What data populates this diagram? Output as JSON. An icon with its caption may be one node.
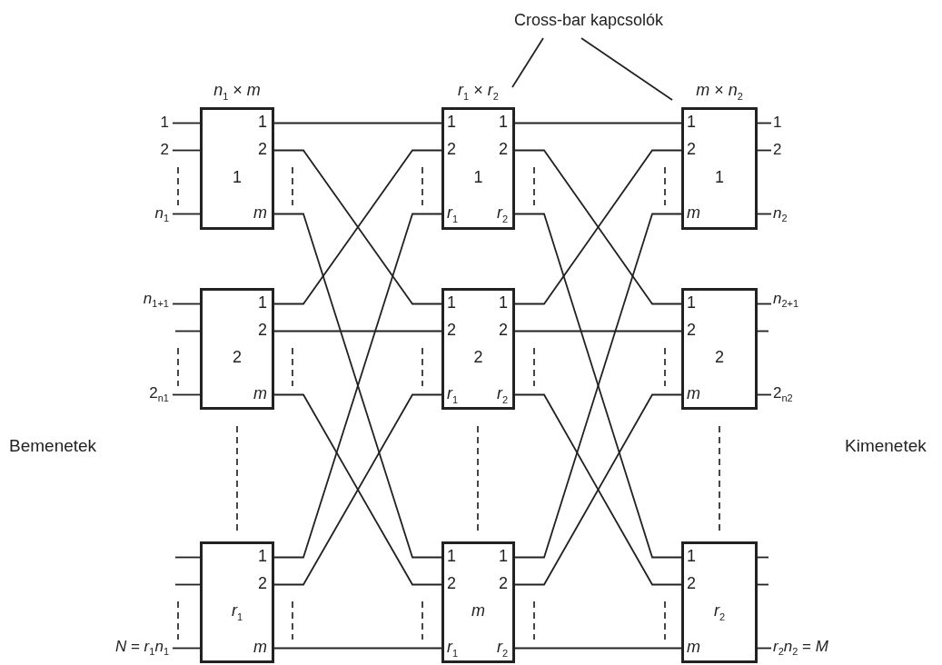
{
  "diagram": {
    "nodes": [
      {
        "text": [
          "Cross-bar kapcsolók"
        ]
      },
      {
        "text": [
          "*n*$_{1}$ × *m*",
          "1",
          "2",
          "1",
          "*m*"
        ]
      },
      {
        "text": [
          "*r*$_{1}$ × *r*$_{2}$",
          "1",
          "1",
          "2",
          "2",
          "1",
          "*r*$_{1}$",
          "*r*$_{2}$"
        ]
      },
      {
        "text": [
          "*m* × *n*$_{2}$",
          "1",
          "2",
          "1",
          "*m*"
        ]
      },
      {
        "text": [
          "1",
          "2",
          "2",
          "*m*"
        ]
      },
      {
        "text": [
          "1",
          "1",
          "2",
          "2",
          "2",
          "*r*$_{1}$",
          "*r*$_{2}$"
        ]
      },
      {
        "text": [
          "1",
          "2",
          "2",
          "*m*"
        ]
      },
      {
        "text": [
          "1",
          "2",
          "*r*$_{1}$",
          "*m*"
        ]
      },
      {
        "text": [
          "1",
          "1",
          "2",
          "2",
          "*m*",
          "*r*$_{1}$",
          "*r*$_{2}$"
        ]
      },
      {
        "text": [
          "1",
          "2",
          "*r*$_{2}$",
          "*m*"
        ]
      },
      {
        "text": [
          "1"
        ]
      },
      {
        "text": [
          "2"
        ]
      },
      {
        "text": [
          "*n*$_{1}$"
        ]
      },
      {
        "text": [
          "*n*$_{1+1}$"
        ]
      },
      {
        "text": [
          "2$_{n1}$"
        ]
      },
      {
        "text": [
          "*N* = *r*$_{1}$*n*$_{1}$"
        ]
      },
      {
        "text": [
          "1"
        ]
      },
      {
        "text": [
          "2"
        ]
      },
      {
        "text": [
          "*n*$_{2}$"
        ]
      },
      {
        "text": [
          "*n*$_{2+1}$"
        ]
      },
      {
        "text": [
          "2$_{n2}$"
        ]
      },
      {
        "text": [
          "*r*$_{2}$*n*$_{2}$ = *M*"
        ]
      }
    ],
    "edges": [
      {
        "from": 10,
        "to": 1,
        "arrow": "none"
      },
      {
        "from": 11,
        "to": 1,
        "arrow": "none"
      },
      {
        "from": 12,
        "to": 1,
        "arrow": "none"
      },
      {
        "from": 13,
        "to": 4,
        "arrow": "none"
      },
      {
        "from": null,
        "to": 4,
        "arrow": "none"
      },
      {
        "from": 14,
        "to": 4,
        "arrow": "none"
      },
      {
        "from": null,
        "to": 7,
        "arrow": "none"
      },
      {
        "from": null,
        "to": 7,
        "arrow": "none"
      },
      {
        "from": 15,
        "to": 7,
        "arrow": "none"
      },
      {
        "from": 1,
        "to": 2,
        "arrow": "none"
      },
      {
        "from": 1,
        "to": 5,
        "arrow": "none"
      },
      {
        "from": 1,
        "to": 8,
        "arrow": "none"
      },
      {
        "from": 4,
        "to": 2,
        "arrow": "none"
      },
      {
        "from": 4,
        "to": 5,
        "arrow": "none"
      },
      {
        "from": 4,
        "to": 8,
        "arrow": "none"
      },
      {
        "from": 7,
        "to": 2,
        "arrow": "none"
      },
      {
        "from": 7,
        "to": 5,
        "arrow": "none"
      },
      {
        "from": 7,
        "to": 8,
        "arrow": "none"
      },
      {
        "from": 2,
        "to": 3,
        "arrow": "none"
      },
      {
        "from": 2,
        "to": 6,
        "arrow": "none"
      },
      {
        "from": 2,
        "to": 9,
        "arrow": "none"
      },
      {
        "from": 5,
        "to": 3,
        "arrow": "none"
      },
      {
        "from": 5,
        "to": 6,
        "arrow": "none"
      },
      {
        "from": 5,
        "to": 9,
        "arrow": "none"
      },
      {
        "from": 8,
        "to": 3,
        "arrow": "none"
      },
      {
        "from": 8,
        "to": 6,
        "arrow": "none"
      },
      {
        "from": 8,
        "to": 9,
        "arrow": "none"
      },
      {
        "from": 3,
        "to": 16,
        "arrow": "none"
      },
      {
        "from": 3,
        "to": 17,
        "arrow": "none"
      },
      {
        "from": 3,
        "to": 18,
        "arrow": "none"
      },
      {
        "from": 6,
        "to": 19,
        "arrow": "none"
      },
      {
        "from": 6,
        "to": null,
        "arrow": "none"
      },
      {
        "from": 6,
        "to": 20,
        "arrow": "none"
      },
      {
        "from": 9,
        "to": null,
        "arrow": "none"
      },
      {
        "from": 9,
        "to": null,
        "arrow": "none"
      },
      {
        "from": 9,
        "to": 21,
        "arrow": "none"
      },
      {
        "from": 0,
        "to": 2,
        "arrow": "none"
      },
      {
        "from": 0,
        "to": 3,
        "arrow": "none"
      }
    ],
    "labels": [
      "Bemenetek",
      "Kimenetek"
    ]
  }
}
